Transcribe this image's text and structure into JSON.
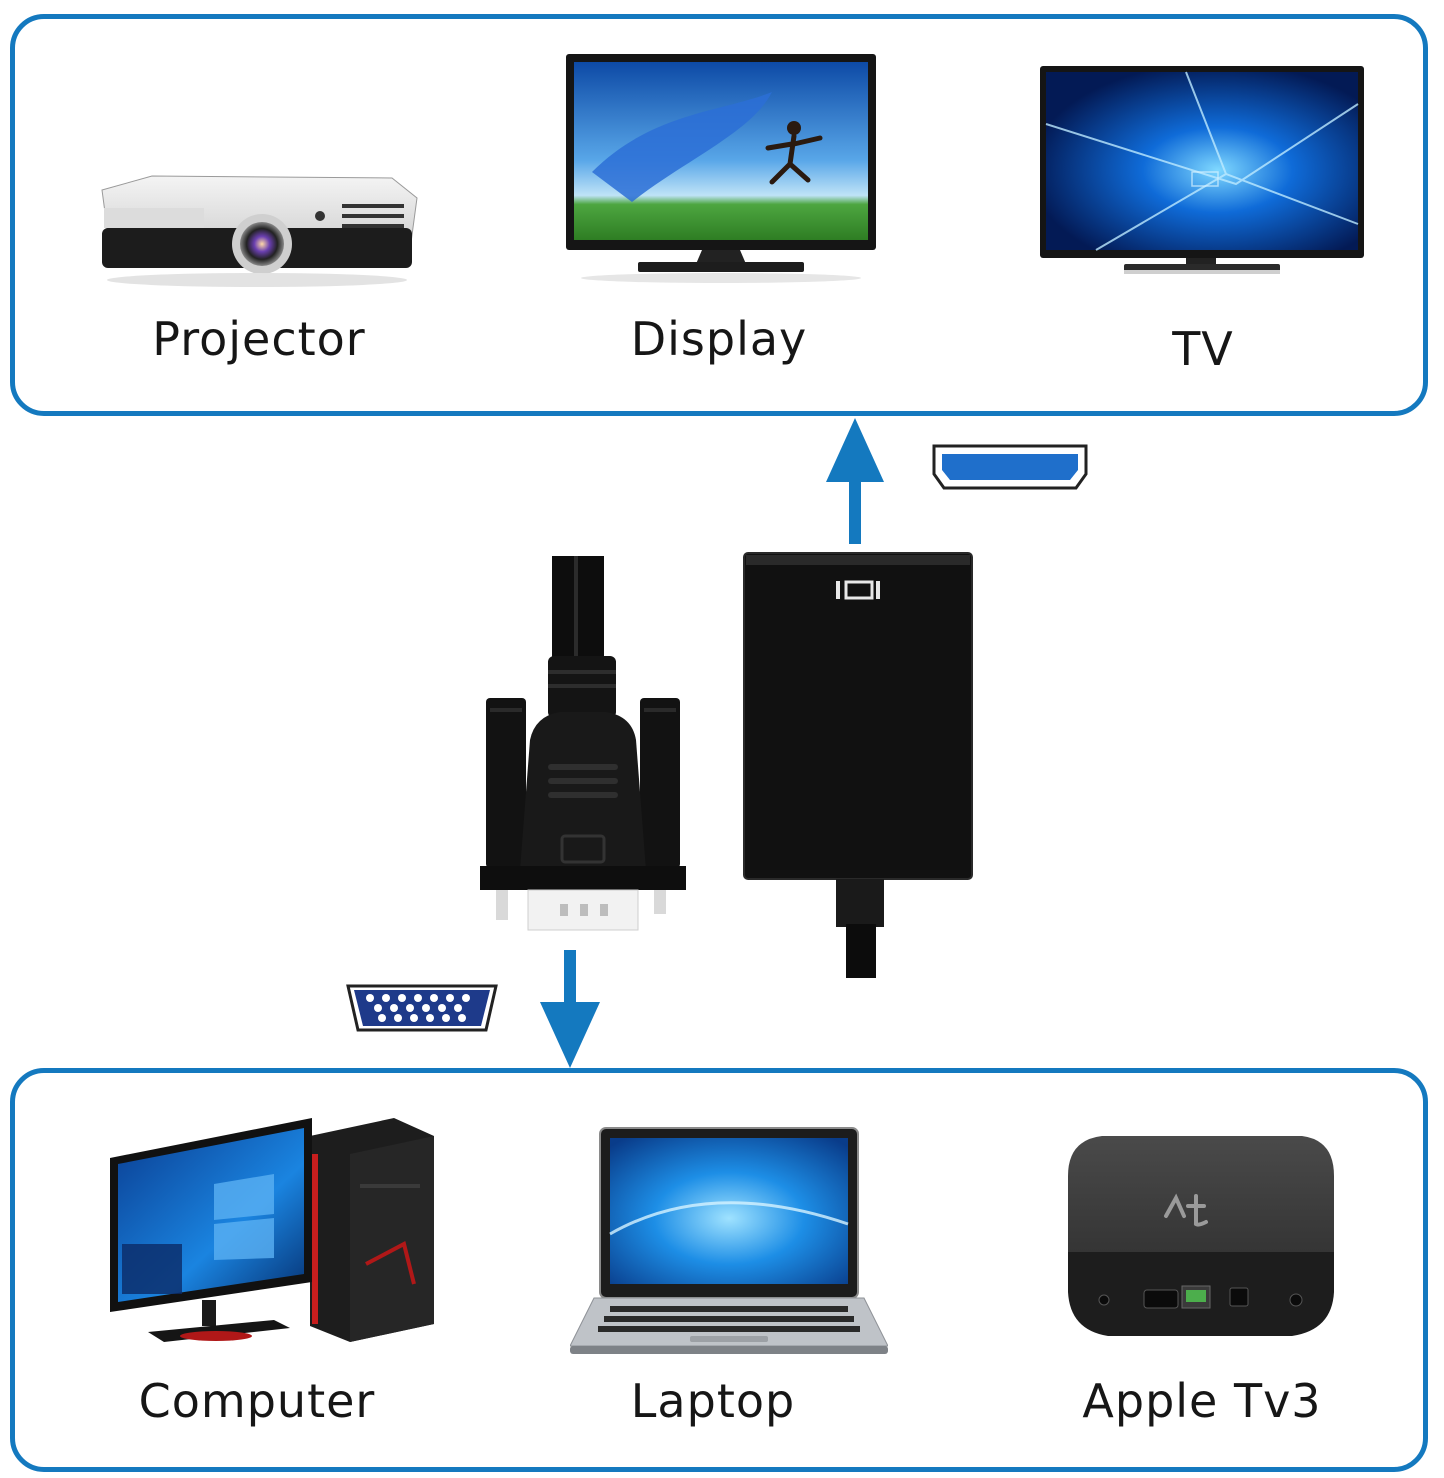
{
  "output_devices": [
    {
      "name": "Projector"
    },
    {
      "name": "Display"
    },
    {
      "name": "TV"
    }
  ],
  "input_devices": [
    {
      "name": "Computer"
    },
    {
      "name": "Laptop"
    },
    {
      "name": "Apple Tv3"
    }
  ],
  "colors": {
    "frame": "#1479bf",
    "arrow": "#1479bf",
    "adapter": "#111111",
    "hdmi_port": "#1f6fcb",
    "vga_port": "#1e3a8a"
  },
  "icons": {
    "hdmi_port": "hdmi-port-icon",
    "vga_port": "vga-port-icon",
    "hdmi_logo_on_adapter": "hdmi-port-icon"
  }
}
